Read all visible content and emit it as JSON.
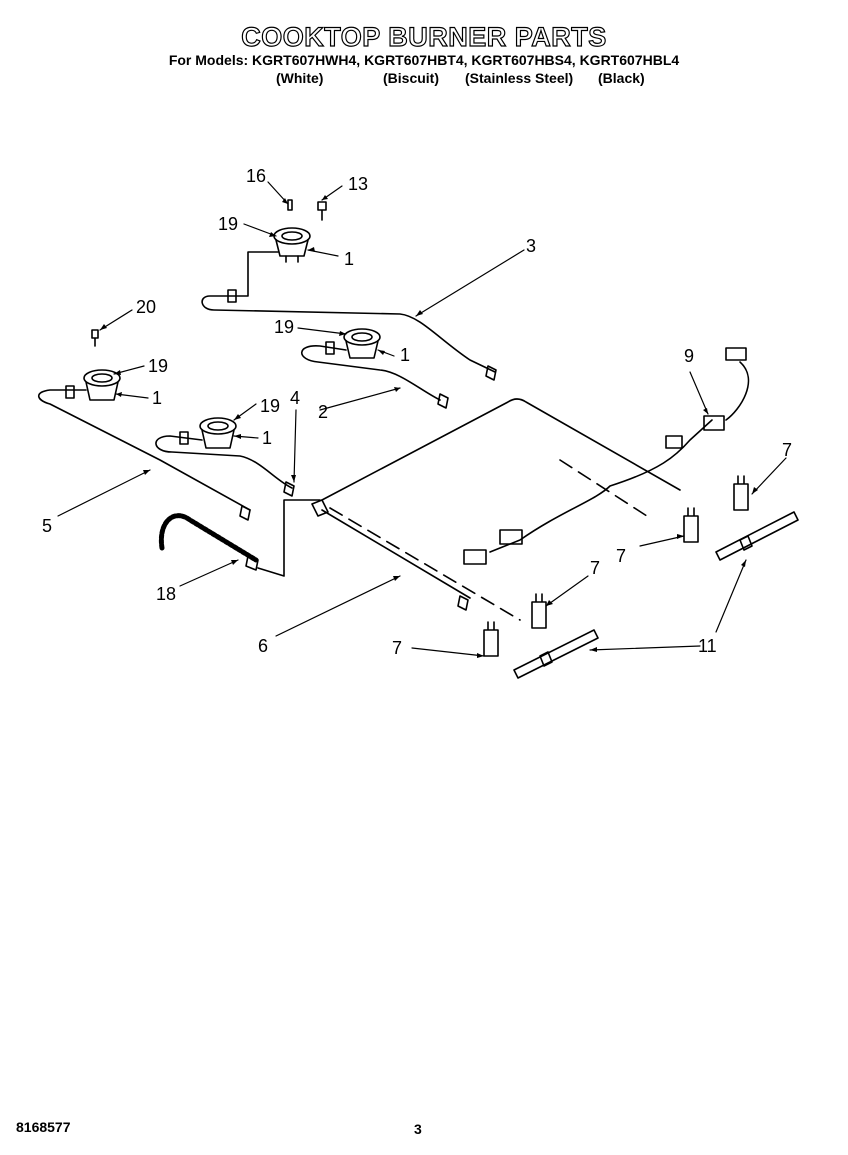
{
  "header": {
    "title": "COOKTOP BURNER PARTS",
    "models_line": "For Models: KGRT607HWH4, KGRT607HBT4, KGRT607HBS4, KGRT607HBL4",
    "finishes": [
      "(White)",
      "(Biscuit)",
      "(Stainless Steel)",
      "(Black)"
    ]
  },
  "callouts": [
    "16",
    "13",
    "19",
    "1",
    "3",
    "20",
    "19",
    "1",
    "19",
    "1",
    "9",
    "4",
    "19",
    "1",
    "2",
    "7",
    "5",
    "7",
    "7",
    "18",
    "6",
    "7",
    "11"
  ],
  "footer": {
    "part_number": "8168577",
    "page": "3"
  }
}
